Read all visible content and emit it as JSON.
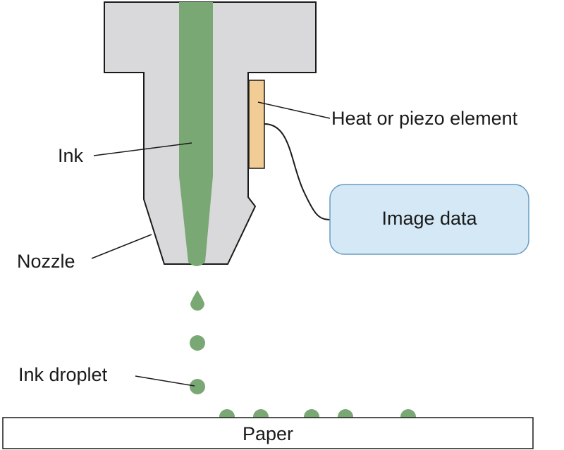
{
  "labels": {
    "ink": "Ink",
    "heat_element": "Heat or piezo element",
    "image_data": "Image data",
    "nozzle": "Nozzle",
    "ink_droplet": "Ink droplet",
    "paper": "Paper"
  },
  "colors": {
    "head_fill": "#d9d9db",
    "head_stroke": "#1a1a1a",
    "ink": "#7aa874",
    "element_fill": "#f2cc95",
    "image_data_fill": "#d4e8f6",
    "image_data_stroke": "#6a9cc2",
    "paper_fill": "#ffffff"
  }
}
